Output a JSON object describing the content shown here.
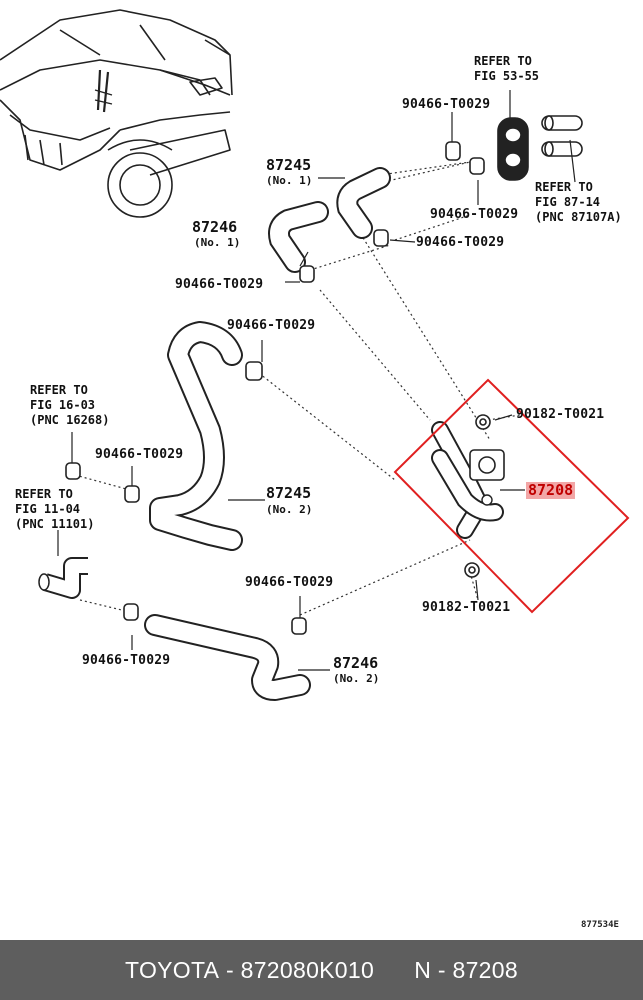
{
  "diagram": {
    "labels": {
      "refer_53": "REFER TO\nFIG 53-55",
      "refer_87": "REFER TO\nFIG 87-14\n(PNC 87107A)",
      "refer_16": "REFER TO\nFIG 16-03\n(PNC 16268)",
      "refer_11": "REFER TO\nFIG 11-04\n(PNC 11101)",
      "clamp_a": "90466-T0029",
      "clamp_b": "90466-T0029",
      "clamp_c": "90466-T0029",
      "clamp_d": "90466-T0029",
      "clamp_e": "90466-T0029",
      "clamp_f": "90466-T0029",
      "clamp_g": "90466-T0029",
      "clamp_h": "90466-T0029",
      "hose_87245_n1": "87245",
      "hose_87245_n1_sub": "(No. 1)",
      "hose_87246_n1": "87246",
      "hose_87246_n1_sub": "(No. 1)",
      "hose_87245_n2": "87245",
      "hose_87245_n2_sub": "(No. 2)",
      "hose_87246_n2": "87246",
      "hose_87246_n2_sub": "(No. 2)",
      "bolt_top": "90182-T0021",
      "bolt_bottom": "90182-T0021",
      "valve_highlight": "87208",
      "diagram_id": "877534E"
    },
    "highlight_color": "#e02020"
  },
  "footer": {
    "brand": "TOYOTA",
    "separator": " - ",
    "part_number": "872080K010",
    "n_label": "N",
    "n_value": "87208",
    "background": "#5e5e5e"
  }
}
